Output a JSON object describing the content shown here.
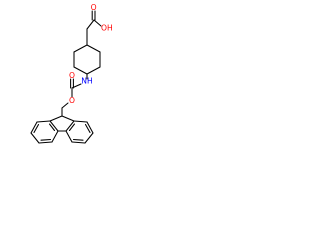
{
  "colors": {
    "bond": "#000000",
    "oxygen": "#ff0000",
    "nitrogen": "#0000ff",
    "background": "#ffffff"
  },
  "labels": {
    "carboxyl_carbonyl_o": "O",
    "carboxyl_oh": "OH",
    "amine_nh": "NH",
    "carbamate_carbonyl_o": "O",
    "carbamate_ester_o": "O"
  }
}
